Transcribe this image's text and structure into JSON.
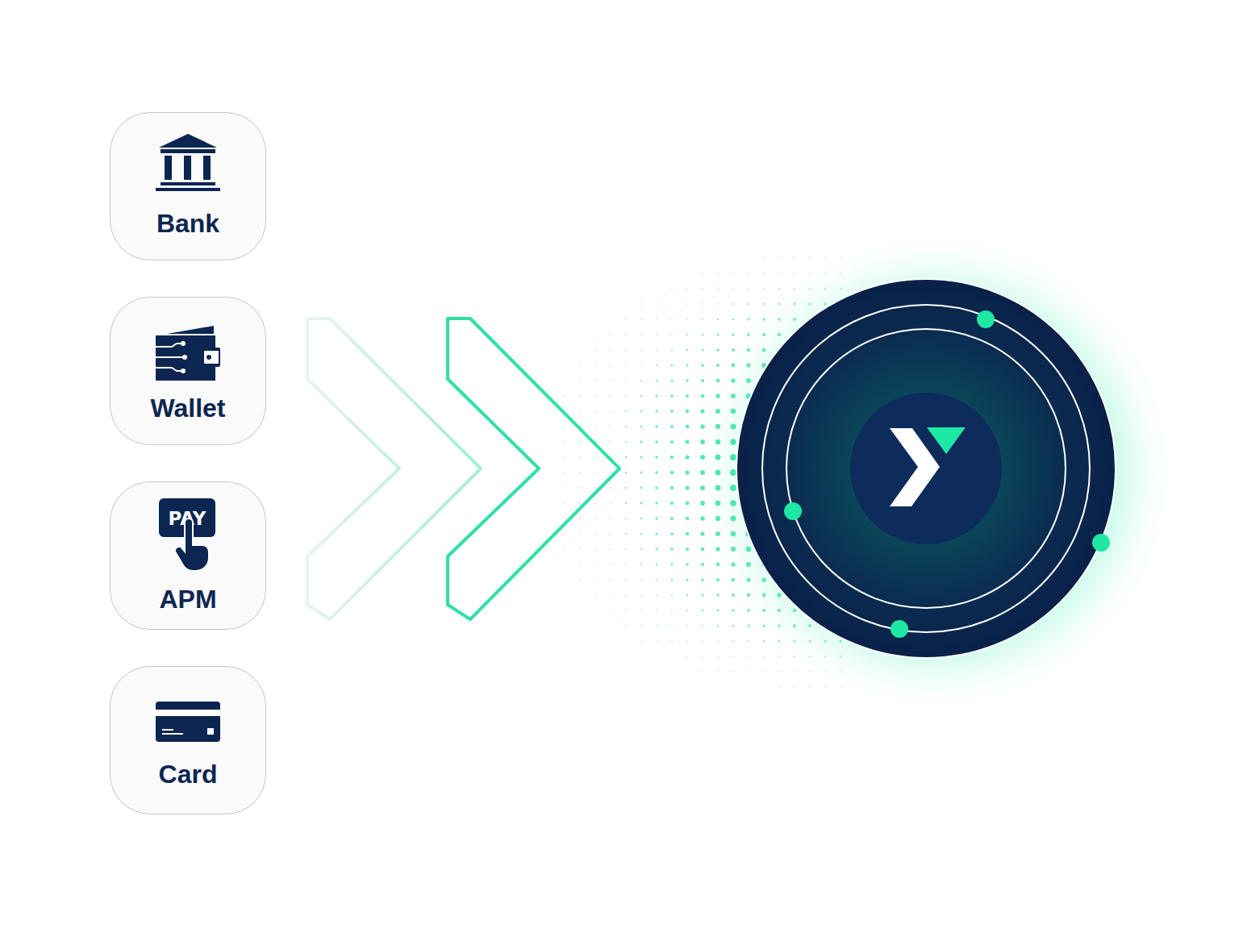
{
  "diagram": {
    "nodes": [
      {
        "text": [
          "Bank"
        ]
      },
      {
        "text": [
          "Wallet"
        ]
      },
      {
        "text": [
          "APM"
        ]
      },
      {
        "text": [
          "Card"
        ]
      }
    ]
  }
}
